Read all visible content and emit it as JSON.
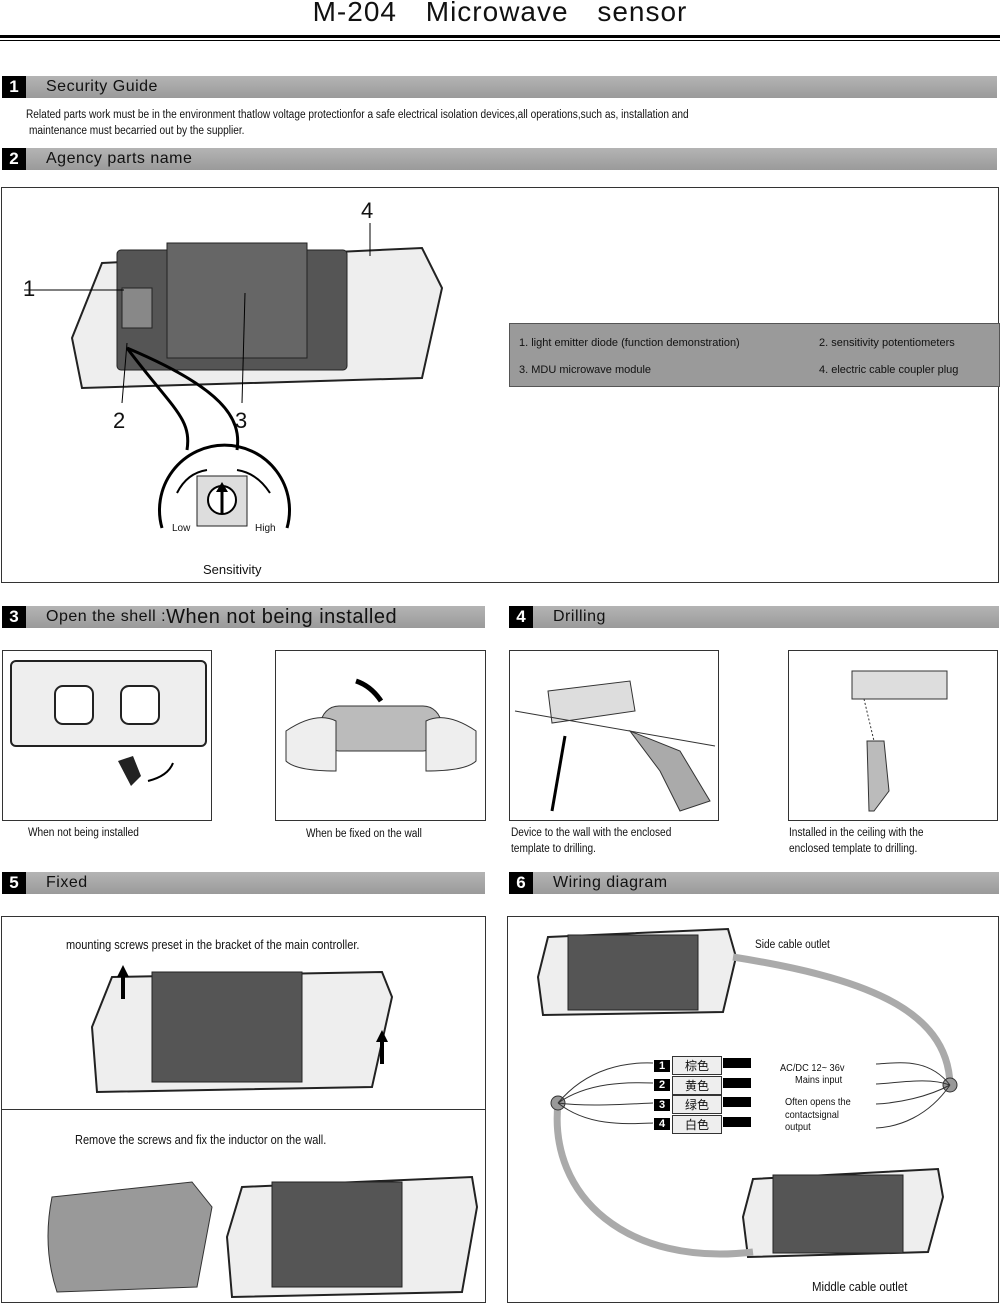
{
  "title": "M-204    Microwave sensor",
  "sections": [
    {
      "num": "1",
      "label": "Security Guide"
    },
    {
      "num": "2",
      "label": "Agency parts name"
    },
    {
      "num": "3",
      "label": "Open the shell : ",
      "label_big": "When not being installed"
    },
    {
      "num": "4",
      "label": "Drilling"
    },
    {
      "num": "5",
      "label": "Fixed"
    },
    {
      "num": "6",
      "label": "Wiring diagram"
    }
  ],
  "security_text_1": "Related parts work must be in the environment thatlow voltage protectionfor a safe electrical isolation devices,all operations,such as,  installation and",
  "security_text_2": "maintenance must becarried out by the supplier.",
  "parts": {
    "callouts": [
      "1",
      "2",
      "3",
      "4"
    ],
    "legend": [
      "1. light emitter diode (function demonstration)",
      "2. sensitivity potentiometers",
      "3. MDU microwave module",
      "4. electric cable coupler plug"
    ],
    "low": "Low",
    "high": "High",
    "sensitivity": "Sensitivity"
  },
  "open_shell": {
    "caption_1": "When not being installed",
    "caption_2": "When be fixed on the wall"
  },
  "drilling": {
    "caption_1a": "Device to the wall with the enclosed",
    "caption_1b": " template to drilling.",
    "caption_2a": "Installed in the ceiling with the",
    "caption_2b": "enclosed template to drilling."
  },
  "fixed": {
    "text_1": "mounting screws preset in the bracket of the main controller.",
    "text_2": "Remove the screws and fix the inductor on the wall."
  },
  "wiring": {
    "side_outlet": "Side cable outlet",
    "middle_outlet": "Middle cable outlet",
    "wires": [
      {
        "num": "1",
        "color": "棕色"
      },
      {
        "num": "2",
        "color": "黄色"
      },
      {
        "num": "3",
        "color": "绿色"
      },
      {
        "num": "4",
        "color": "白色"
      }
    ],
    "power_1": "AC/DC  12~ 36v",
    "power_2": "Mains input",
    "out_1": "Often opens the",
    "out_2": "contactsignal",
    "out_3": "output"
  }
}
